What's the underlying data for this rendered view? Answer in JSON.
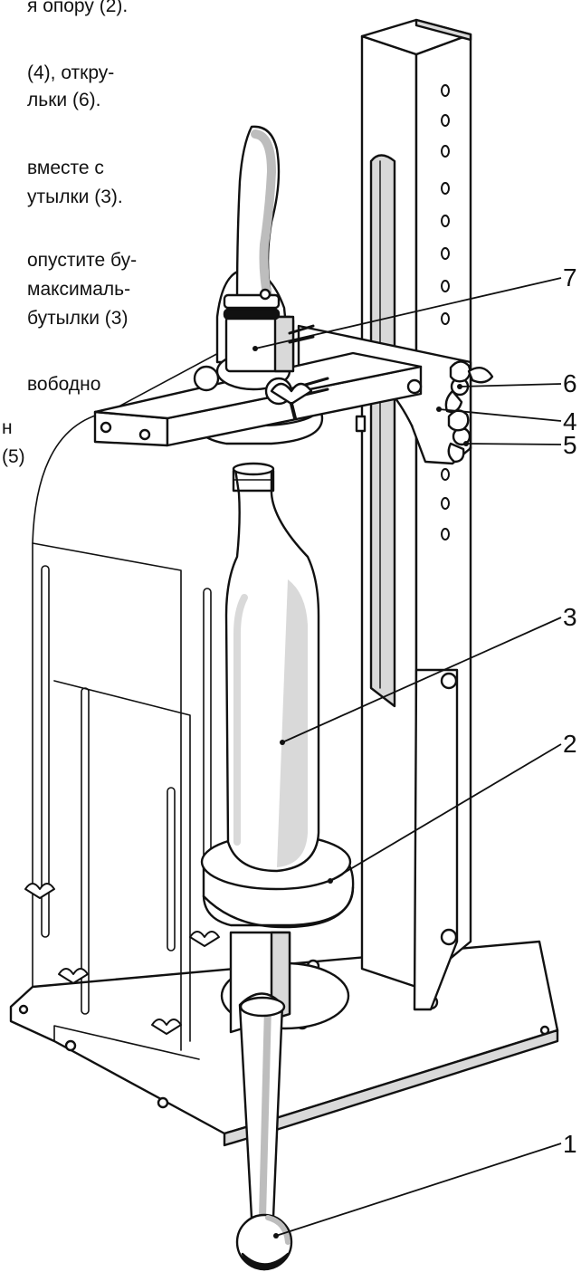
{
  "text_fragments": [
    "я опору (2).",
    "(4), откру-",
    "льки (6).",
    "вместе с",
    "утылки (3).",
    "опустите бу-",
    "максималь-",
    "бутылки (3)",
    "вободно",
    "н",
    "(5)"
  ],
  "callouts": [
    {
      "number": "7",
      "part": "head"
    },
    {
      "number": "6",
      "part": "top wing nut"
    },
    {
      "number": "4",
      "part": "carriage bracket"
    },
    {
      "number": "5",
      "part": "lower wing nut"
    },
    {
      "number": "3",
      "part": "bottle"
    },
    {
      "number": "2",
      "part": "bottle support"
    },
    {
      "number": "1",
      "part": "lever handle"
    }
  ],
  "colors": {
    "line": "#111111",
    "fill": "#ffffff",
    "shade": "#d9d9d9",
    "dark_shade": "#bdbdbd"
  }
}
